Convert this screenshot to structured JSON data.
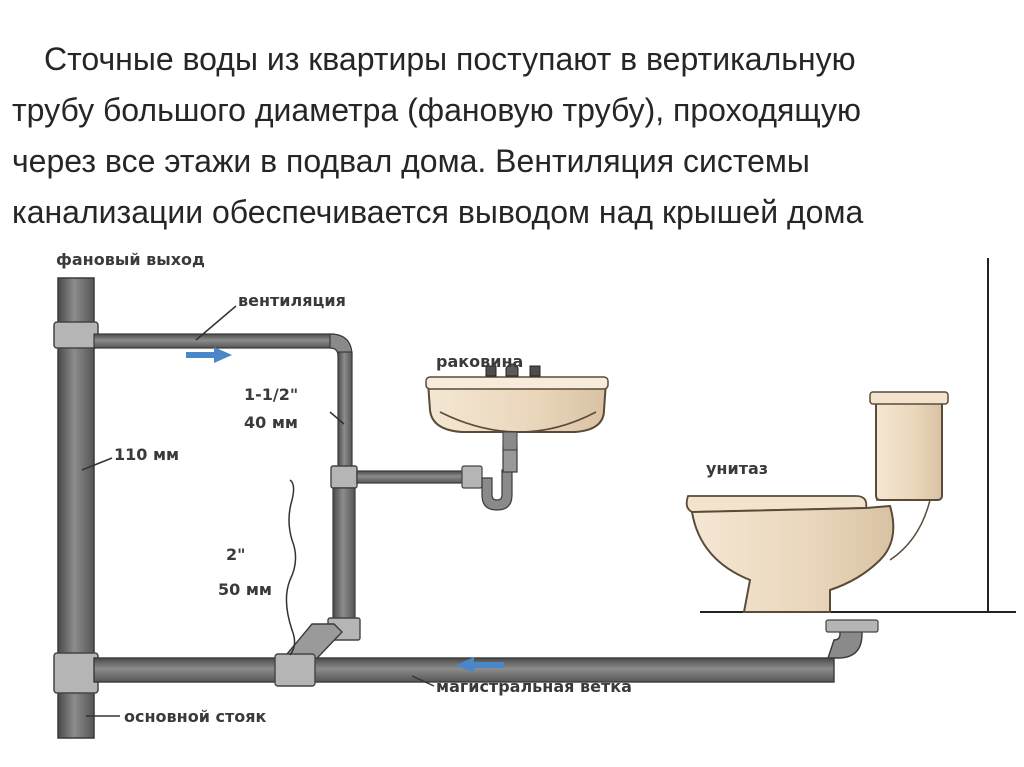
{
  "intro_lines": [
    "Сточные воды из квартиры поступают в вертикальную",
    "трубу большого диаметра (фановую трубу), проходящую",
    "через все этажи в подвал дома. Вентиляция системы",
    "канализации обеспечивается выводом над крышей дома"
  ],
  "labels": {
    "fan_exit": "фановый выход",
    "ventilation": "вентиляция",
    "size_small_in": "1-1/2\"",
    "size_small_mm": "40 мм",
    "main_diameter": "110 мм",
    "size_mid_in": "2\"",
    "size_mid_mm": "50 мм",
    "sink": "раковина",
    "toilet": "унитаз",
    "main_branch": "магистральная ветка",
    "main_riser": "основной стояк"
  },
  "colors": {
    "pipe": "#6b6b6b",
    "pipe_light": "#9a9a9a",
    "fixture": "#eddcc4",
    "flow_arrow": "#4a86c8"
  }
}
